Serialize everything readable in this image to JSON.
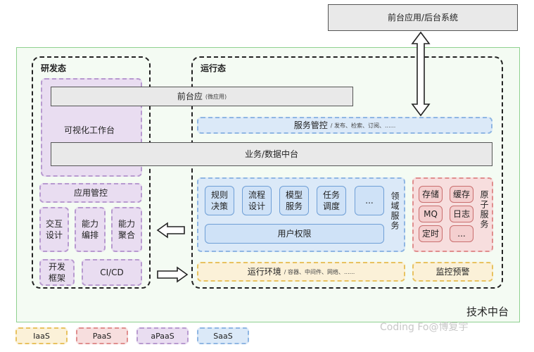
{
  "top_box": "前台应用/后台系统",
  "outer_label": "技术中台",
  "dev": {
    "title": "研发态",
    "visual_workbench": "可视化工作台",
    "app_mgmt": "应用管控",
    "interact_design": "交互\n设计",
    "capability_orch": "能力\n编排",
    "capability_agg": "能力\n聚合",
    "dev_framework": "开发\n框架",
    "cicd": "CI/CD"
  },
  "run": {
    "title": "运行态",
    "service_mgmt": "服务管控",
    "service_mgmt_sub": "/ 发布、检索、订阅、......",
    "domain": {
      "rules": "规则\n决策",
      "process": "流程\n设计",
      "model": "模型\n服务",
      "task": "任务\n调度",
      "more": "...",
      "user_perm": "用户权限",
      "label": "领域服务"
    },
    "atomic": {
      "storage": "存储",
      "cache": "缓存",
      "mq": "MQ",
      "log": "日志",
      "timer": "定时",
      "more": "...",
      "label": "原子服务"
    },
    "runtime_env": "运行环境",
    "runtime_env_sub": "/ 容器、中间件、网络、......",
    "monitor": "监控预警"
  },
  "front_app": "前台应",
  "front_app_sub": "(微应用)",
  "business_data": "业务/数据中台",
  "legend": [
    "IaaS",
    "PaaS",
    "aPaaS",
    "SaaS"
  ],
  "legend_colors": {
    "IaaS": "#e8c260",
    "PaaS": "#e08e8e",
    "aPaaS": "#b89ad0",
    "SaaS": "#8fb6e3"
  },
  "watermark": "Coding Fo@博复宇"
}
